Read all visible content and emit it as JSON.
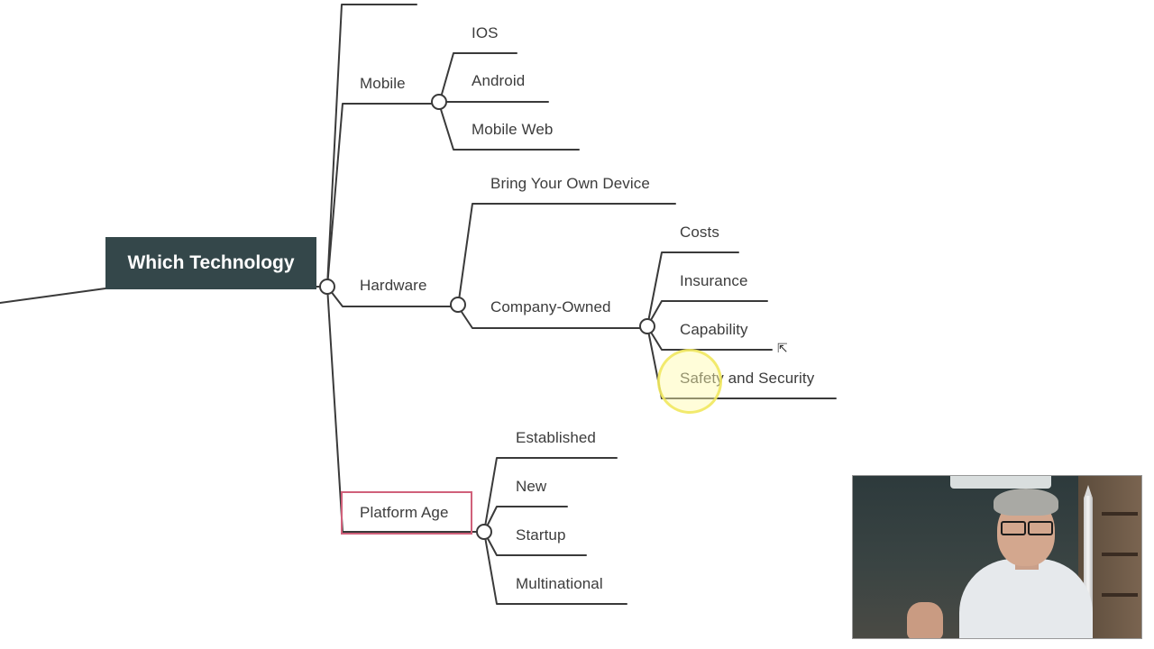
{
  "mindmap": {
    "root": {
      "label": "Which Technology"
    },
    "branches": {
      "mobile": {
        "label": "Mobile",
        "children": [
          "IOS",
          "Android",
          "Mobile Web"
        ]
      },
      "hardware": {
        "label": "Hardware",
        "children": {
          "byod": "Bring Your Own Device",
          "company_owned": {
            "label": "Company-Owned",
            "children": [
              "Costs",
              "Insurance",
              "Capability",
              "Safety and Security"
            ]
          }
        }
      },
      "platform_age": {
        "label": "Platform Age",
        "selected": true,
        "children": [
          "Established",
          "New",
          "Startup",
          "Multinational"
        ]
      }
    }
  },
  "colors": {
    "root_fill": "#34474a",
    "root_text": "#ffffff",
    "branch_line": "#3a3a3a",
    "label_text": "#3c3c3c",
    "selection_border": "#d0607a",
    "cursor_highlight": "#f0e65a"
  },
  "overlays": {
    "webcam": {
      "content": "presenter webcam feed"
    },
    "cursor": {
      "icon": "pointer-cursor-icon"
    }
  }
}
